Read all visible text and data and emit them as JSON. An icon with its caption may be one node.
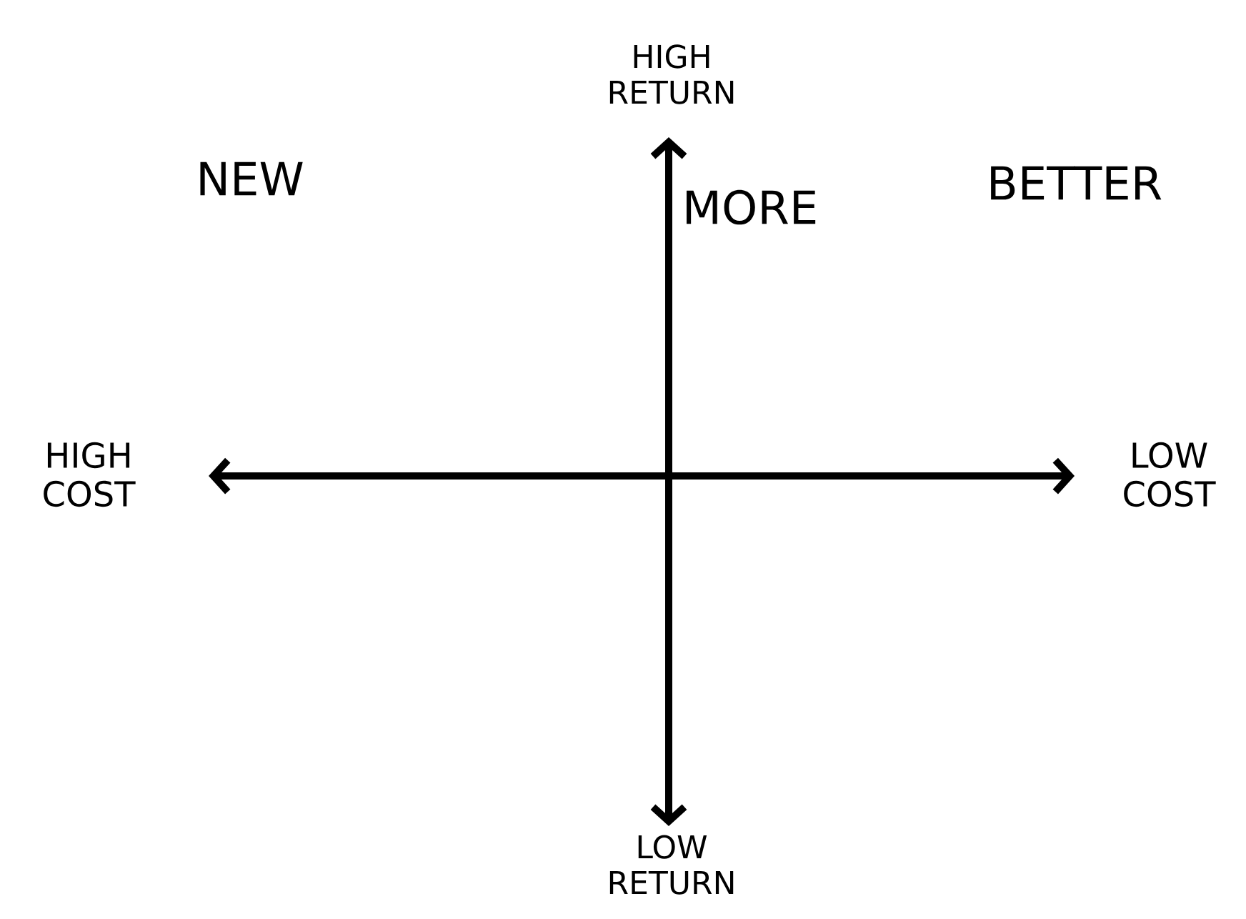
{
  "diagram": {
    "labels": [
      "HIGH RETURN",
      "NEW",
      "MORE",
      "BETTER",
      "HIGH COST",
      "LOW COST",
      "LOW RETURN"
    ]
  }
}
